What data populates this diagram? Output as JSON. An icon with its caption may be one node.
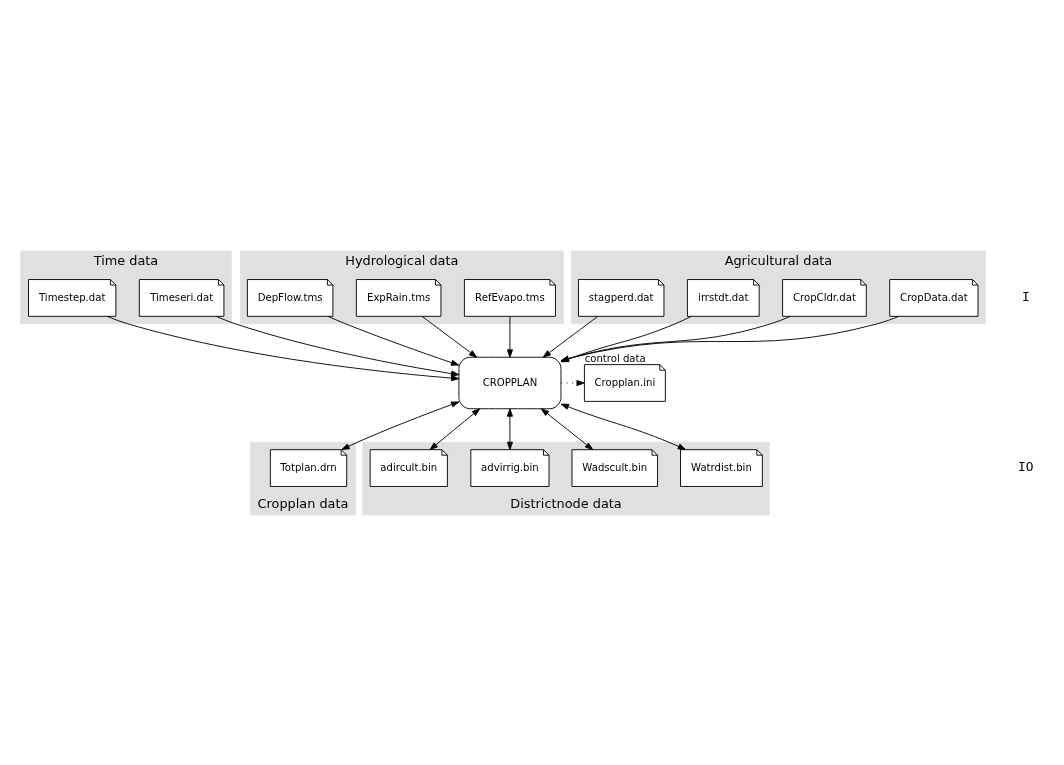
{
  "diagram": {
    "nodes": [
      {
        "text": [
          "Time data"
        ]
      },
      {
        "text": [
          "Timeseri.dat"
        ],
        "in": 0
      },
      {
        "text": [
          "Timestep.dat"
        ],
        "in": 0
      },
      {
        "text": [
          "Hydrological data"
        ]
      },
      {
        "text": [
          "RefEvapo.tms"
        ],
        "in": 3
      },
      {
        "text": [
          "ExpRain.tms"
        ],
        "in": 3
      },
      {
        "text": [
          "DepFlow.tms"
        ],
        "in": 3
      },
      {
        "text": [
          "Agricultural data"
        ]
      },
      {
        "text": [
          "CropData.dat"
        ],
        "in": 7
      },
      {
        "text": [
          "CropCldr.dat"
        ],
        "in": 7
      },
      {
        "text": [
          "irrstdt.dat"
        ],
        "in": 7
      },
      {
        "text": [
          "stagperd.dat"
        ],
        "in": 7
      },
      {
        "text": [
          "CROPPLAN"
        ]
      },
      {
        "text": [
          "Cropplan.ini"
        ],
        "beside": [
          "control data"
        ]
      },
      {
        "text": [
          "Cropplan data"
        ]
      },
      {
        "text": [
          "Totplan.drn"
        ],
        "in": 14
      },
      {
        "text": [
          "Districtnode data"
        ]
      },
      {
        "text": [
          "Watrdist.bin"
        ],
        "in": 16
      },
      {
        "text": [
          "Wadscult.bin"
        ],
        "in": 16
      },
      {
        "text": [
          "advirrig.bin"
        ],
        "in": 16
      },
      {
        "text": [
          "adircult.bin"
        ],
        "in": 16
      }
    ],
    "edges": [
      {
        "from": 1,
        "to": 12,
        "arrow": "to"
      },
      {
        "from": 2,
        "to": 12,
        "arrow": "to"
      },
      {
        "from": 4,
        "to": 12,
        "arrow": "to"
      },
      {
        "from": 5,
        "to": 12,
        "arrow": "to"
      },
      {
        "from": 6,
        "to": 12,
        "arrow": "to"
      },
      {
        "from": 8,
        "to": 12,
        "arrow": "to"
      },
      {
        "from": 9,
        "to": 12,
        "arrow": "to"
      },
      {
        "from": 10,
        "to": 12,
        "arrow": "to"
      },
      {
        "from": 11,
        "to": 12,
        "arrow": "to"
      },
      {
        "from": 12,
        "to": 13,
        "arrow": "to",
        "style": "dashed"
      },
      {
        "from": 12,
        "to": 15,
        "arrow": "both"
      },
      {
        "from": 12,
        "to": 17,
        "arrow": "both"
      },
      {
        "from": 12,
        "to": 18,
        "arrow": "both"
      },
      {
        "from": 12,
        "to": 19,
        "arrow": "both"
      },
      {
        "from": 12,
        "to": 20,
        "arrow": "both"
      }
    ],
    "labels": [
      "I",
      "IO"
    ]
  }
}
